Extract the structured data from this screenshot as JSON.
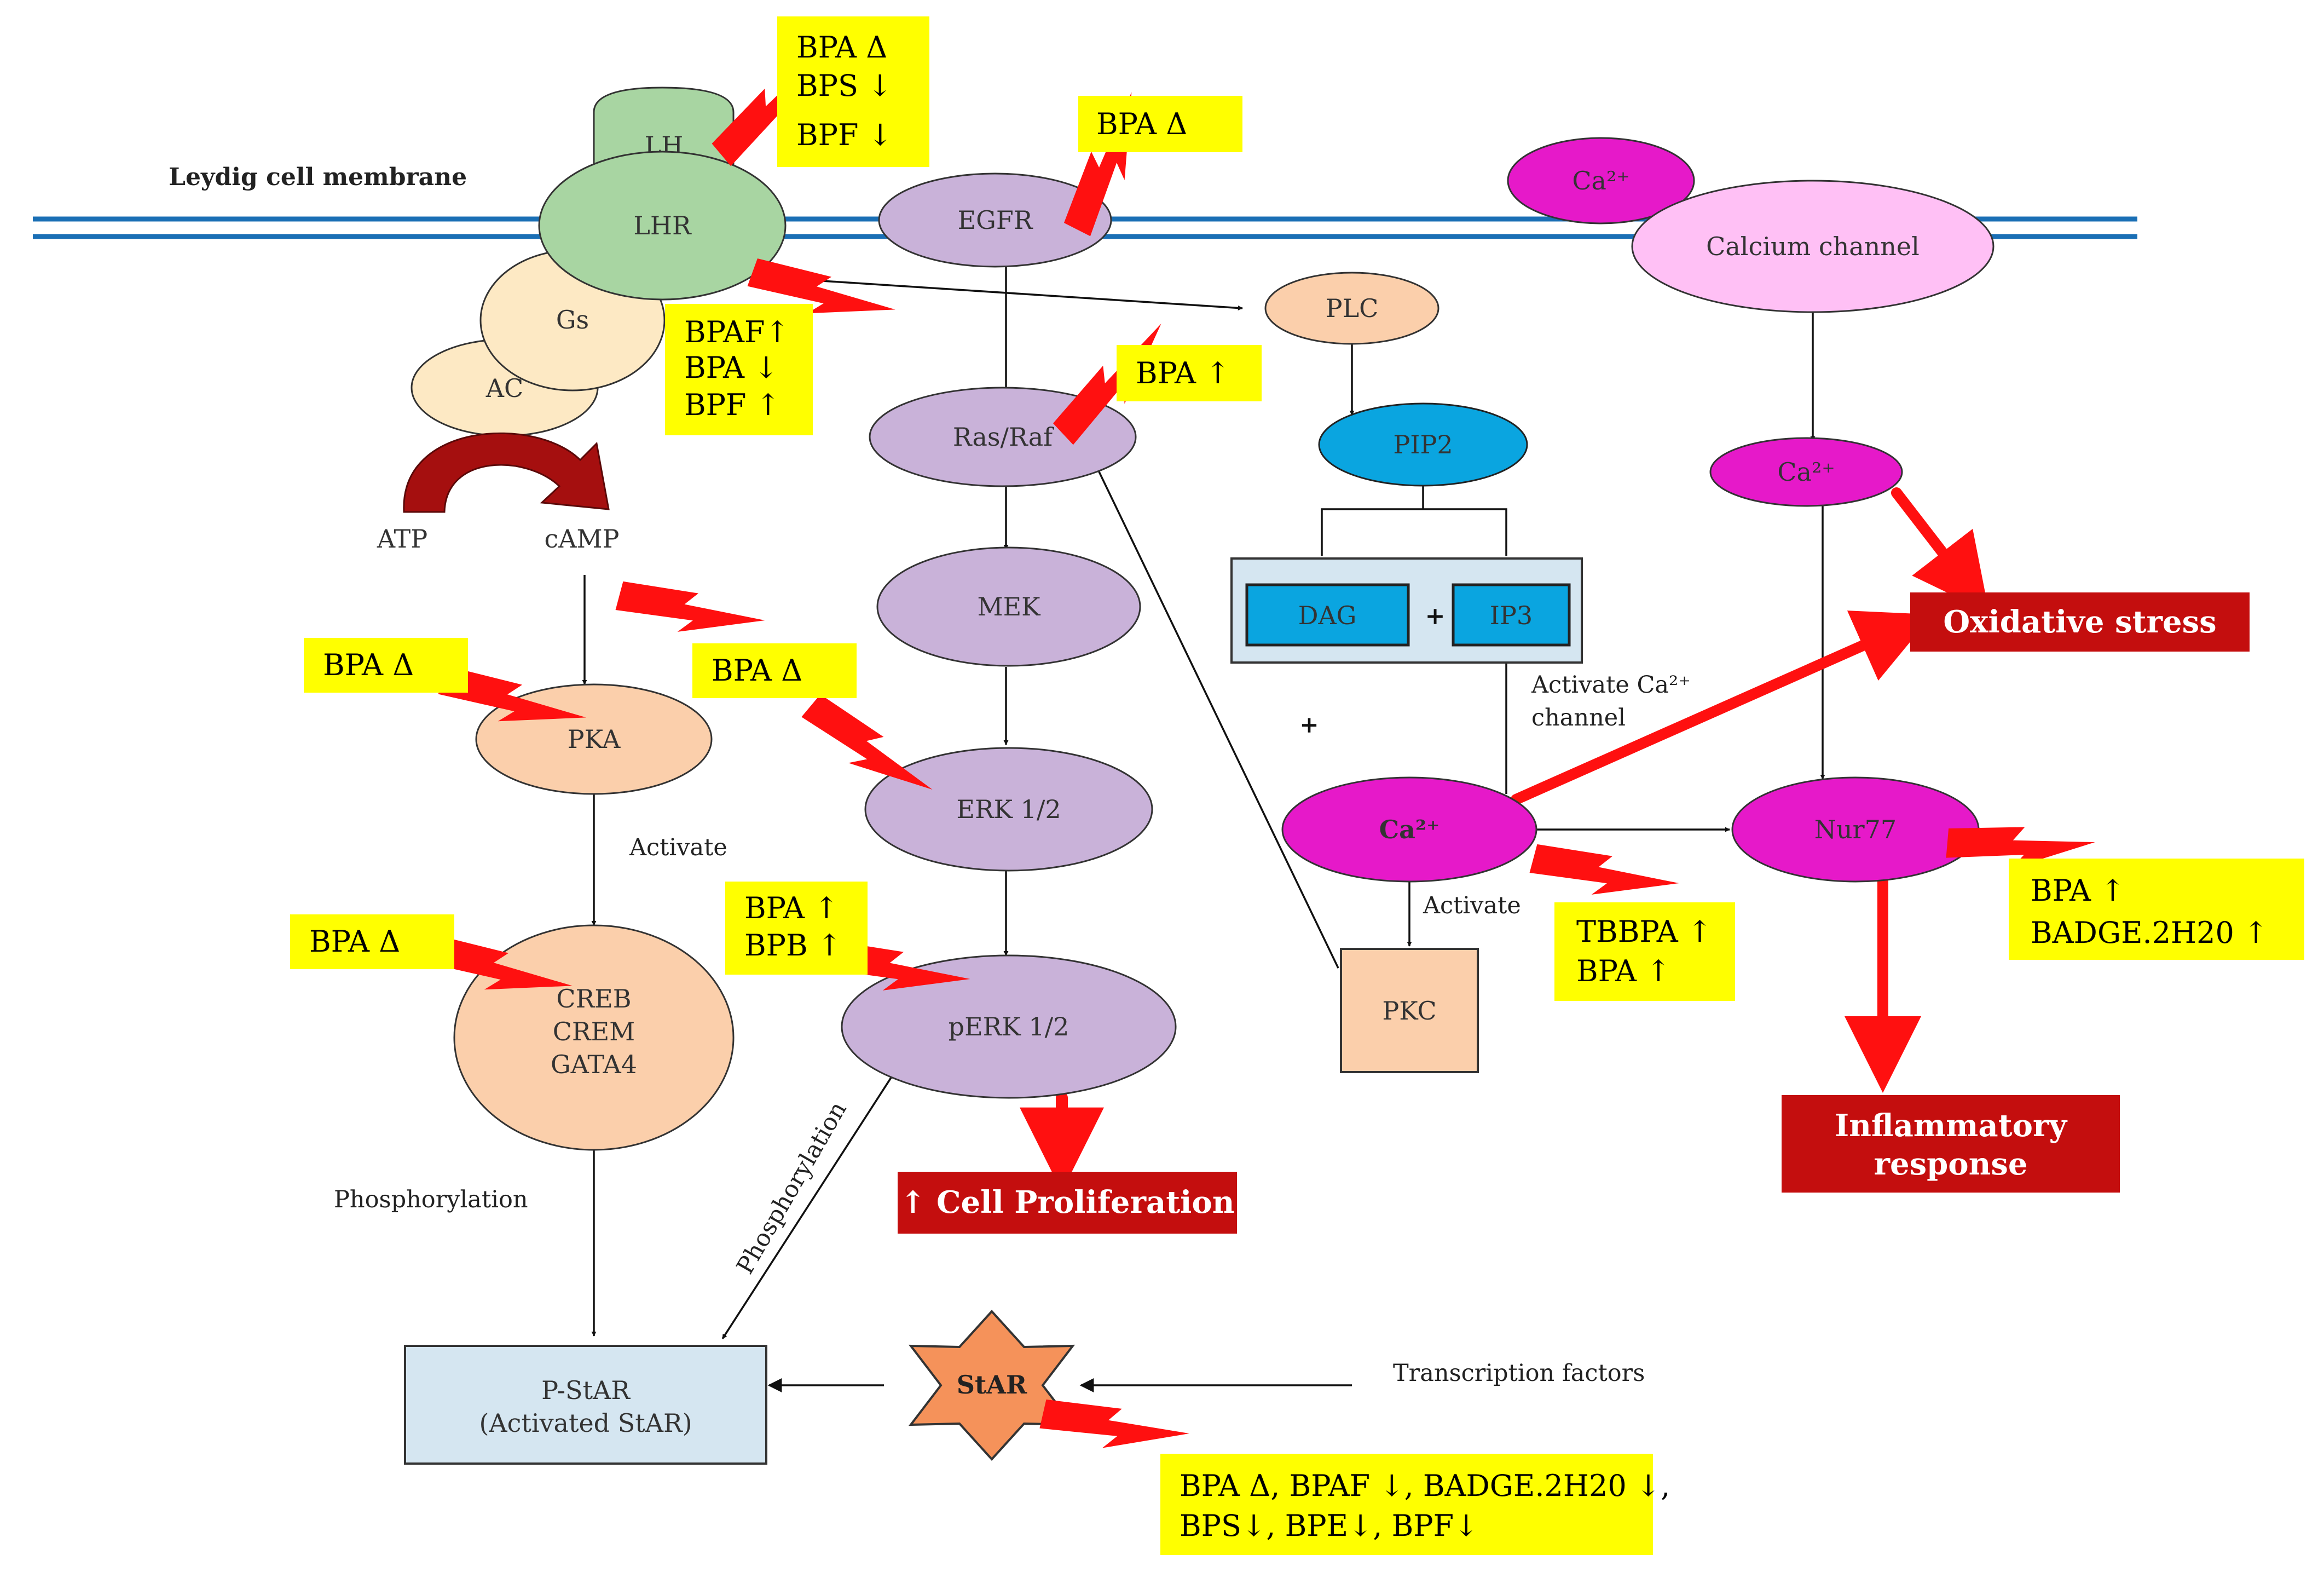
{
  "membrane": {
    "label": "Leydig cell membrane"
  },
  "nodes": {
    "lh": "LH",
    "lhr": "LHR",
    "gs": "Gs",
    "ac": "AC",
    "atp": "ATP",
    "camp": "cAMP",
    "pka": "PKA",
    "creb": [
      "CREB",
      "CREM",
      "GATA4"
    ],
    "egfr": "EGFR",
    "rasraf": "Ras/Raf",
    "mek": "MEK",
    "erk": "ERK 1/2",
    "perk": "pERK 1/2",
    "plc": "PLC",
    "pip2": "PIP2",
    "dag": "DAG",
    "plus_small": "+",
    "ip3": "IP3",
    "plus_large": "+",
    "ca_membrane": "Ca²⁺",
    "calcium_channel": "Calcium channel",
    "ca_mid": "Ca²⁺",
    "ca_low": "Ca²⁺",
    "nur77": "Nur77",
    "pkc": "PKC",
    "star": "StAR",
    "pstar": [
      "P-StAR",
      "(Activated StAR)"
    ]
  },
  "labels": {
    "activate_pka": "Activate",
    "phosphorylation_left": "Phosphorylation",
    "phosphorylation_diag": "Phosphorylation",
    "activate_ca_channel": [
      "Activate Ca²⁺",
      "channel"
    ],
    "activate_pkc": "Activate",
    "transcription_factors": "Transcription factors"
  },
  "effects": {
    "lh": [
      "BPA Δ",
      "BPS ↓",
      "BPF ↓"
    ],
    "egfr": [
      "BPA  Δ"
    ],
    "lhr": [
      "BPAF↑",
      "BPA ↓",
      "BPF ↑"
    ],
    "rasraf": [
      "BPA ↑"
    ],
    "pka": [
      "BPA  Δ"
    ],
    "camp": [
      "BPA  Δ"
    ],
    "creb": [
      "BPA  Δ"
    ],
    "perk": [
      "BPA ↑",
      "BPB ↑"
    ],
    "ca_low": [
      "TBBPA ↑",
      "BPA ↑"
    ],
    "nur77": [
      "BPA ↑",
      "BADGE.2H20 ↑"
    ],
    "star": [
      "BPA  Δ, BPAF ↓, BADGE.2H20 ↓,",
      "BPS↓, BPE↓, BPF↓"
    ]
  },
  "outcomes": {
    "oxidative": "Oxidative stress",
    "inflammatory": [
      "Inflammatory",
      "response"
    ],
    "proliferation": "↑ Cell Proliferation"
  },
  "colors": {
    "membrane": "#1a6fb5",
    "green": "#a8d5a2",
    "beige": "#fde9c4",
    "salmon": "#fbcfab",
    "purple": "#c9b2d9",
    "blue": "#0aa5e0",
    "magenta": "#e619c9",
    "pink": "#ffc0f5",
    "lightblue": "#d5e6f1",
    "yellow": "#ffff00",
    "red": "#c40e0e",
    "bolt": "#ff1010",
    "star": "#f5925a"
  }
}
